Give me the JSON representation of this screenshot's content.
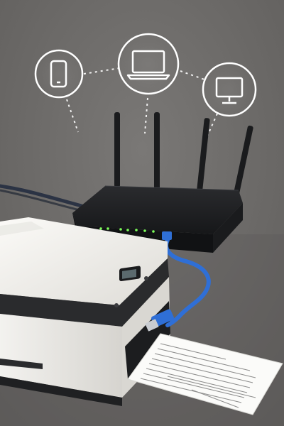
{
  "scene": {
    "background_color": "#6e6c6a",
    "accent_color": "#2f6fd6",
    "router_color": "#1e1f21",
    "router_led_color": "#7dff5a",
    "printer_body_color": "#f2f1ee",
    "printer_trim_color": "#2a2b2d",
    "paper_color": "#fbfbf9"
  },
  "devices": [
    {
      "name": "phone",
      "icon": "smartphone-icon"
    },
    {
      "name": "laptop",
      "icon": "laptop-icon"
    },
    {
      "name": "desktop",
      "icon": "monitor-icon"
    }
  ],
  "router": {
    "antenna_count": 4,
    "led_count": 7
  },
  "cables": [
    {
      "name": "blue-ethernet-cable",
      "color": "#2f6fd6"
    },
    {
      "name": "blue-usb-cable",
      "color": "#2f6fd6"
    },
    {
      "name": "dark-power-cable",
      "color": "#2b3344"
    }
  ]
}
